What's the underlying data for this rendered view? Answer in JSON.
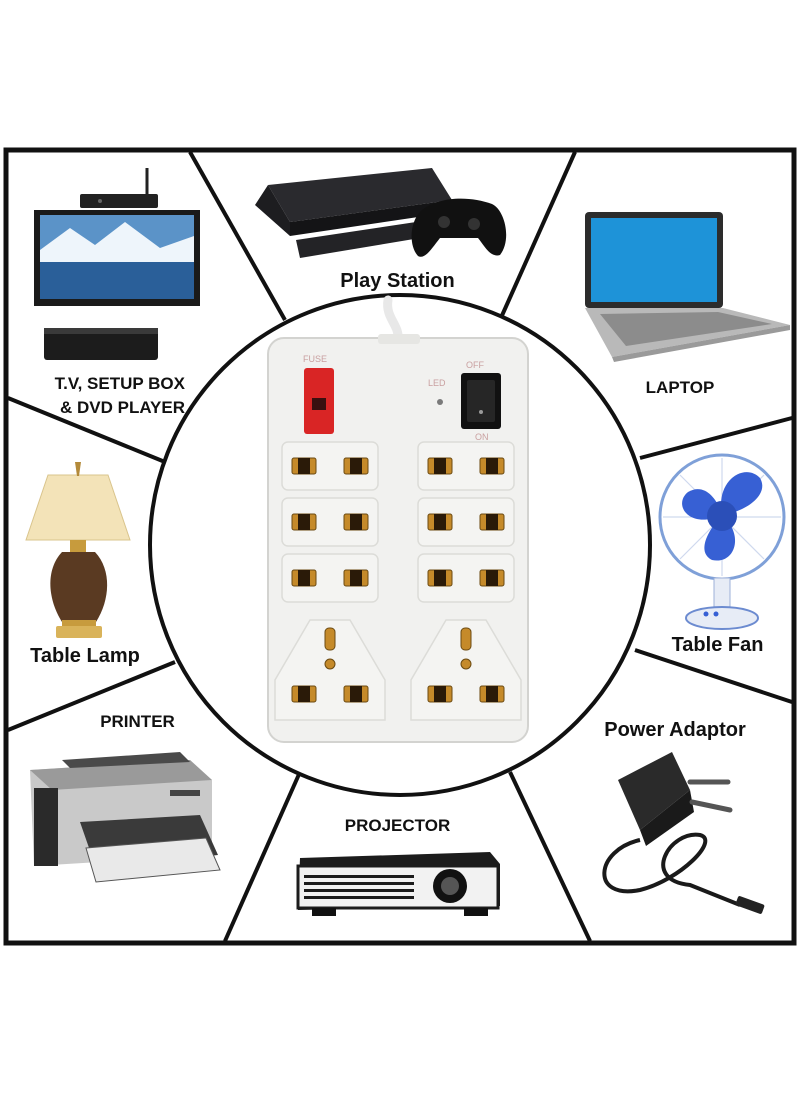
{
  "devices": [
    {
      "id": "tv",
      "label": "T.V, SETUP BOX\n& DVD PLAYER"
    },
    {
      "id": "playstation",
      "label": "Play Station"
    },
    {
      "id": "laptop",
      "label": "LAPTOP"
    },
    {
      "id": "table-lamp",
      "label": "Table Lamp"
    },
    {
      "id": "table-fan",
      "label": "Table Fan"
    },
    {
      "id": "printer",
      "label": "PRINTER"
    },
    {
      "id": "projector",
      "label": "PROJECTOR"
    },
    {
      "id": "power-adaptor",
      "label": "Power Adaptor"
    }
  ],
  "power_strip": {
    "fuse_label": "FUSE",
    "led_label": "LED",
    "switch_off_label": "OFF",
    "switch_on_label": "ON",
    "fuse_color": "#d92525",
    "socket_count": 8
  },
  "colors": {
    "frame": "#111111",
    "strip": "#f1f1ef",
    "pin": "#c58a2a"
  }
}
